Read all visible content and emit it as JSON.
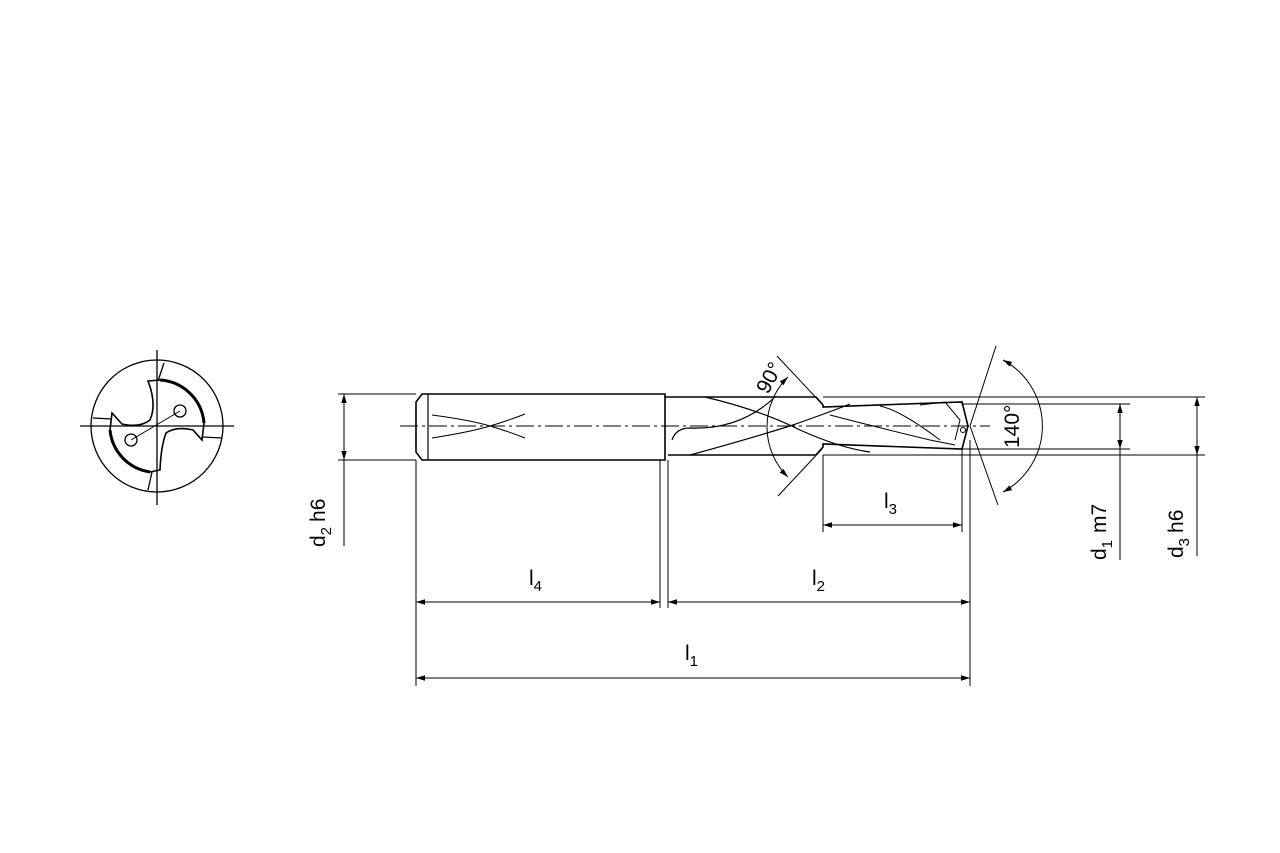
{
  "labels": {
    "d2": {
      "sym": "d",
      "sub": "2",
      "tol": "h6"
    },
    "d1": {
      "sym": "d",
      "sub": "1",
      "tol": "m7"
    },
    "d3": {
      "sym": "d",
      "sub": "3",
      "tol": "h6"
    },
    "l1": {
      "sym": "l",
      "sub": "1"
    },
    "l2": {
      "sym": "l",
      "sub": "2"
    },
    "l3": {
      "sym": "l",
      "sub": "3"
    },
    "l4": {
      "sym": "l",
      "sub": "4"
    },
    "angle_shoulder": "90°",
    "angle_point": "140°"
  },
  "colors": {
    "line": "#000000",
    "background": "#ffffff"
  }
}
